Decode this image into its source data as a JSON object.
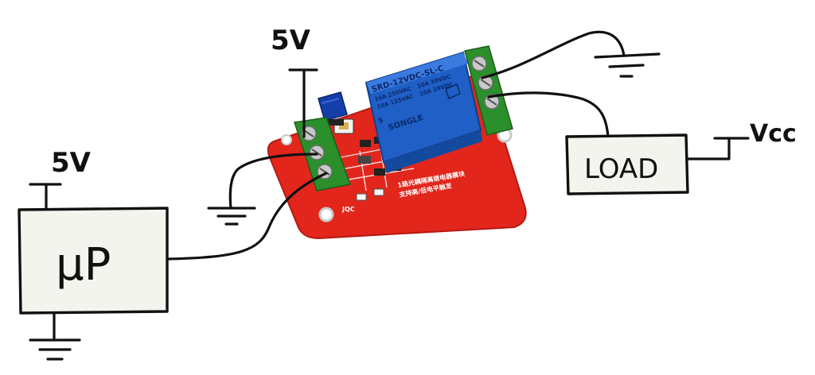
{
  "labels": {
    "relay_supply": "5V",
    "mcu_supply": "5V",
    "load_supply": "Vcc",
    "mcu": "μP",
    "load": "LOAD"
  },
  "relay_module": {
    "relay_brand": "SONGLE",
    "relay_model": "SRD-12VDC-SL-C",
    "relay_ratings": [
      "10A 250VAC",
      "10A 125VAC",
      "10A 30VDC",
      "10A 28VDC"
    ],
    "relay_mark": "5",
    "board_caption_line1": "1路光耦隔离继电器模块",
    "board_caption_line2": "支持高/低电平触发",
    "board_tag": "JQC"
  },
  "colors": {
    "ink": "#111111",
    "box_fill": "#f4f4ee",
    "pcb_red": "#e2261c",
    "relay_blue": "#1f5fc6",
    "terminal_green": "#2b8f2b",
    "jumper_blue": "#153fa8"
  },
  "icons": {
    "ground": "ground-icon",
    "supply": "supply-rail-icon"
  }
}
